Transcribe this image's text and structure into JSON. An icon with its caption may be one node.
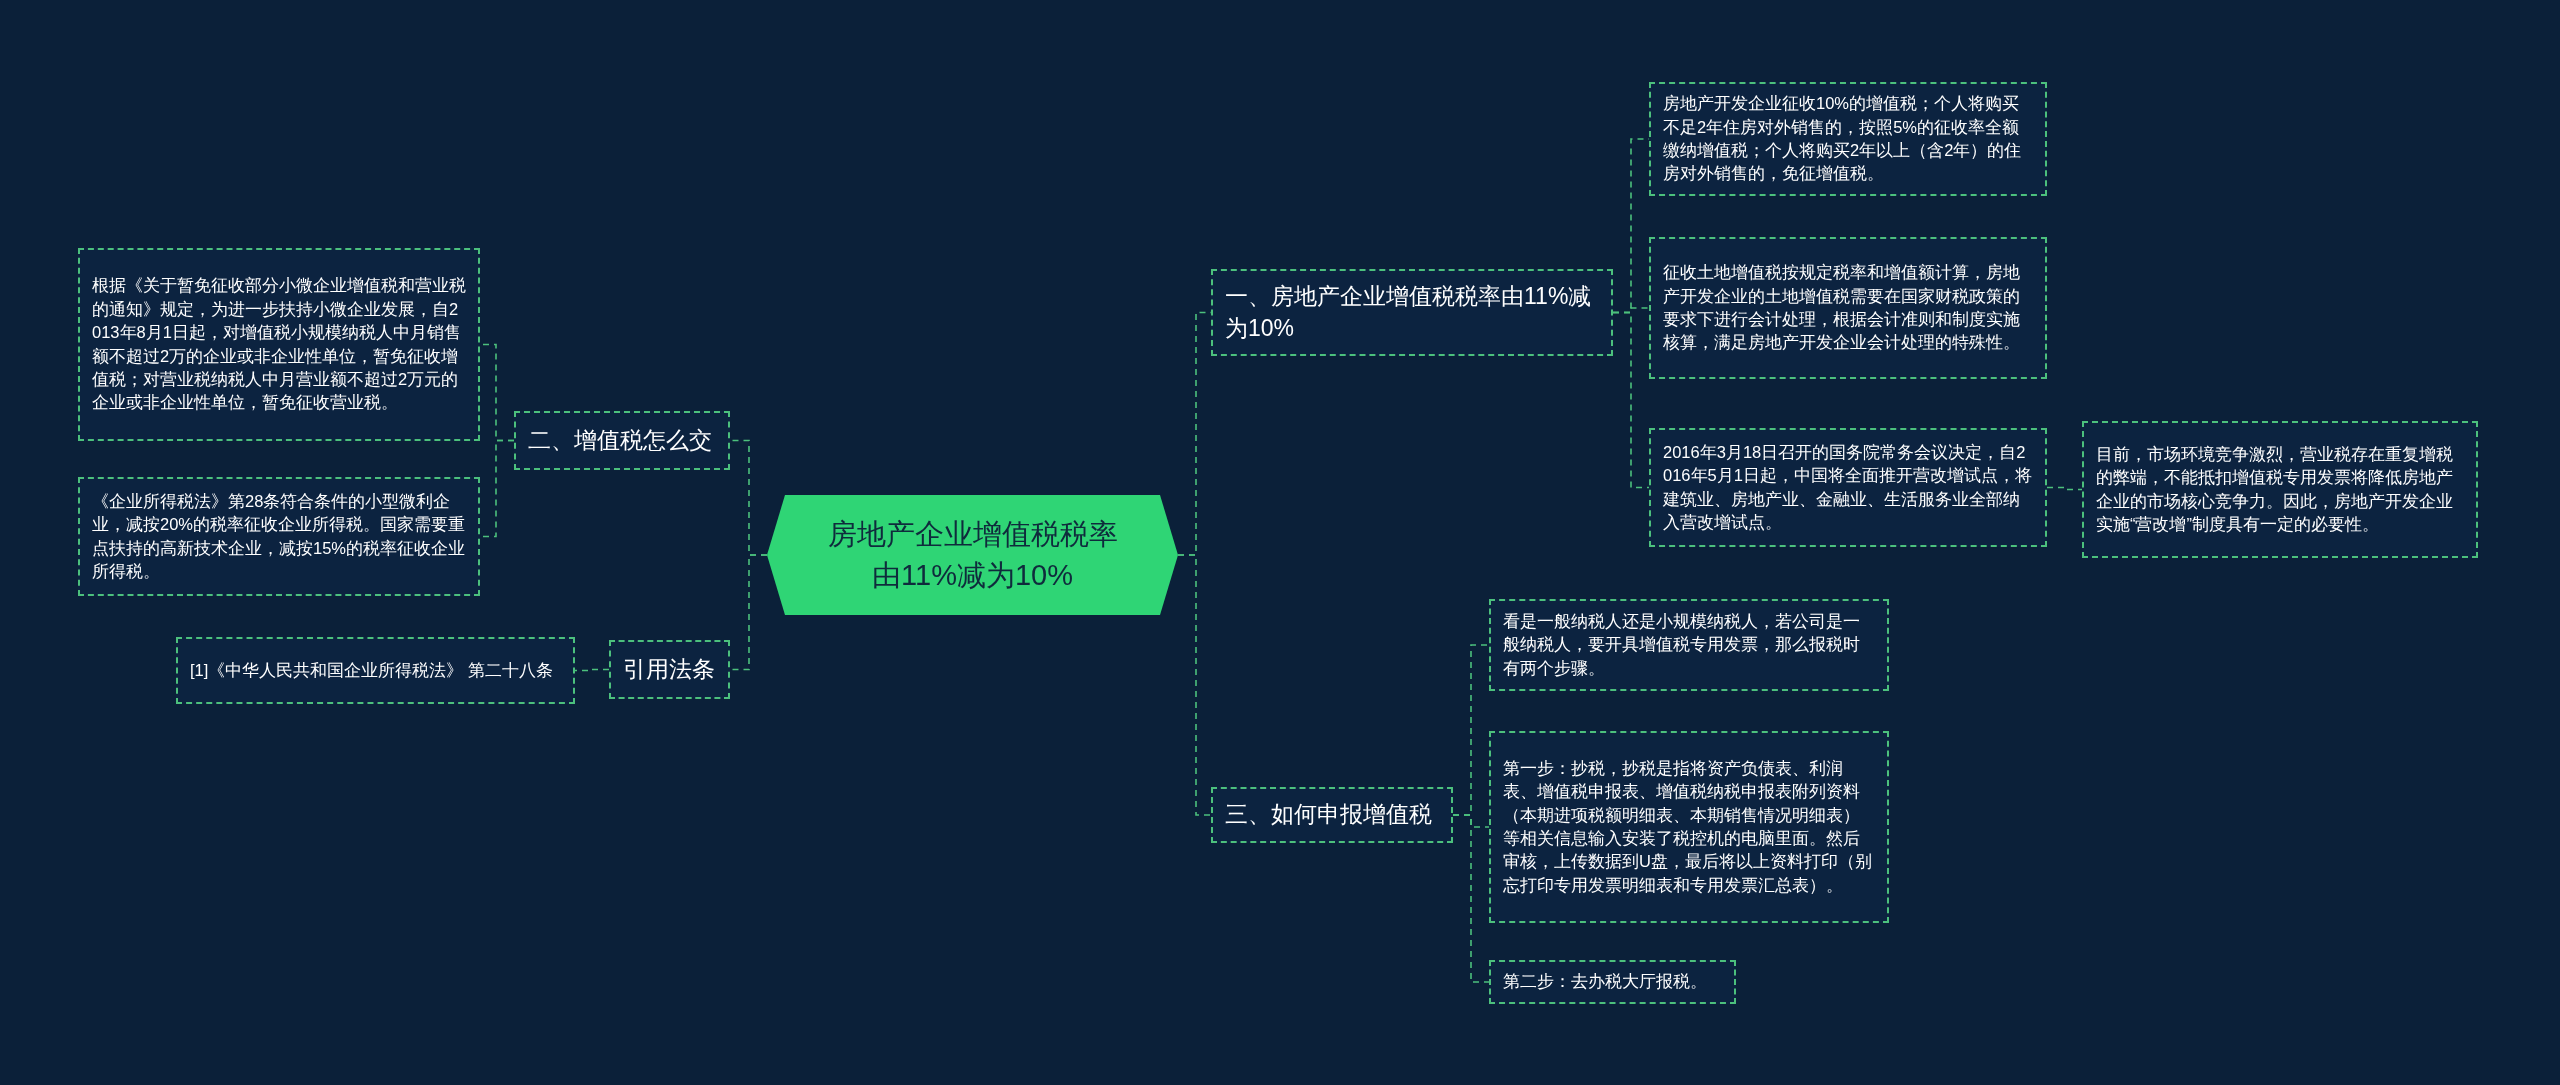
{
  "diagram": {
    "nodes": [
      {
        "text": [
          "房地产企业增值税税率由11%减为10%"
        ]
      },
      {
        "text": [
          "一、房地产企业增值税税率由11%减为10%"
        ]
      },
      {
        "text": [
          "房地产开发企业征收10%的增值税；个人将购买不足2年住房对外销售的，按照5%的征收率全额缴纳增值税；个人将购买2年以上（含2年）的住房对外销售的，免征增值税。"
        ]
      },
      {
        "text": [
          "征收土地增值税按规定税率和增值额计算，房地产开发企业的土地增值税需要在国家财税政策的要求下进行会计处理，根据会计准则和制度实施核算，满足房地产开发企业会计处理的特殊性。"
        ]
      },
      {
        "text": [
          "2016年3月18日召开的国务院常务会议决定，自2016年5月1日起，中国将全面推开营改增试点，将建筑业、房地产业、金融业、生活服务业全部纳入营改增试点。"
        ]
      },
      {
        "text": [
          "目前，市场环境竞争激烈，营业税存在重复增税的弊端，不能抵扣增值税专用发票将降低房地产企业的市场核心竞争力。因此，房地产开发企业实施“营改增”制度具有一定的必要性。"
        ]
      },
      {
        "text": [
          "三、如何申报增值税"
        ]
      },
      {
        "text": [
          "看是一般纳税人还是小规模纳税人，若公司是一般纳税人，要开具增值税专用发票，那么报税时有两个步骤。"
        ]
      },
      {
        "text": [
          "第一步：抄税，抄税是指将资产负债表、利润表、增值税申报表、增值税纳税申报表附列资料（本期进项税额明细表、本期销售情况明细表）等相关信息输入安装了税控机的电脑里面。然后审核，上传数据到U盘，最后将以上资料打印（别忘打印专用发票明细表和专用发票汇总表）。"
        ]
      },
      {
        "text": [
          "第二步：去办税大厅报税。"
        ]
      },
      {
        "text": [
          "二、增值税怎么交"
        ]
      },
      {
        "text": [
          "根据《关于暂免征收部分小微企业增值税和营业税的通知》规定，为进一步扶持小微企业发展，自2013年8月1日起，对增值税小规模纳税人中月销售额不超过2万的企业或非企业性单位，暂免征收增值税；对营业税纳税人中月营业额不超过2万元的企业或非企业性单位，暂免征收营业税。"
        ]
      },
      {
        "text": [
          "《企业所得税法》第28条符合条件的小型微利企业，减按20%的税率征收企业所得税。国家需要重点扶持的高新技术企业，减按15%的税率征收企业所得税。"
        ]
      },
      {
        "text": [
          "引用法条"
        ]
      },
      {
        "text": [
          "[1]《中华人民共和国企业所得税法》 第二十八条"
        ]
      }
    ],
    "edges": [
      {
        "from": 0,
        "to": 1,
        "arrow": "none",
        "style": "dashed"
      },
      {
        "from": 1,
        "to": 2,
        "arrow": "none",
        "style": "dashed"
      },
      {
        "from": 1,
        "to": 3,
        "arrow": "none",
        "style": "dashed"
      },
      {
        "from": 1,
        "to": 4,
        "arrow": "none",
        "style": "dashed"
      },
      {
        "from": 4,
        "to": 5,
        "arrow": "none",
        "style": "dashed"
      },
      {
        "from": 0,
        "to": 6,
        "arrow": "none",
        "style": "dashed"
      },
      {
        "from": 6,
        "to": 7,
        "arrow": "none",
        "style": "dashed"
      },
      {
        "from": 6,
        "to": 8,
        "arrow": "none",
        "style": "dashed"
      },
      {
        "from": 6,
        "to": 9,
        "arrow": "none",
        "style": "dashed"
      },
      {
        "from": 0,
        "to": 10,
        "arrow": "none",
        "style": "dashed"
      },
      {
        "from": 10,
        "to": 11,
        "arrow": "none",
        "style": "dashed"
      },
      {
        "from": 10,
        "to": 12,
        "arrow": "none",
        "style": "dashed"
      },
      {
        "from": 0,
        "to": 13,
        "arrow": "none",
        "style": "dashed"
      },
      {
        "from": 13,
        "to": 14,
        "arrow": "none",
        "style": "dashed"
      }
    ]
  }
}
